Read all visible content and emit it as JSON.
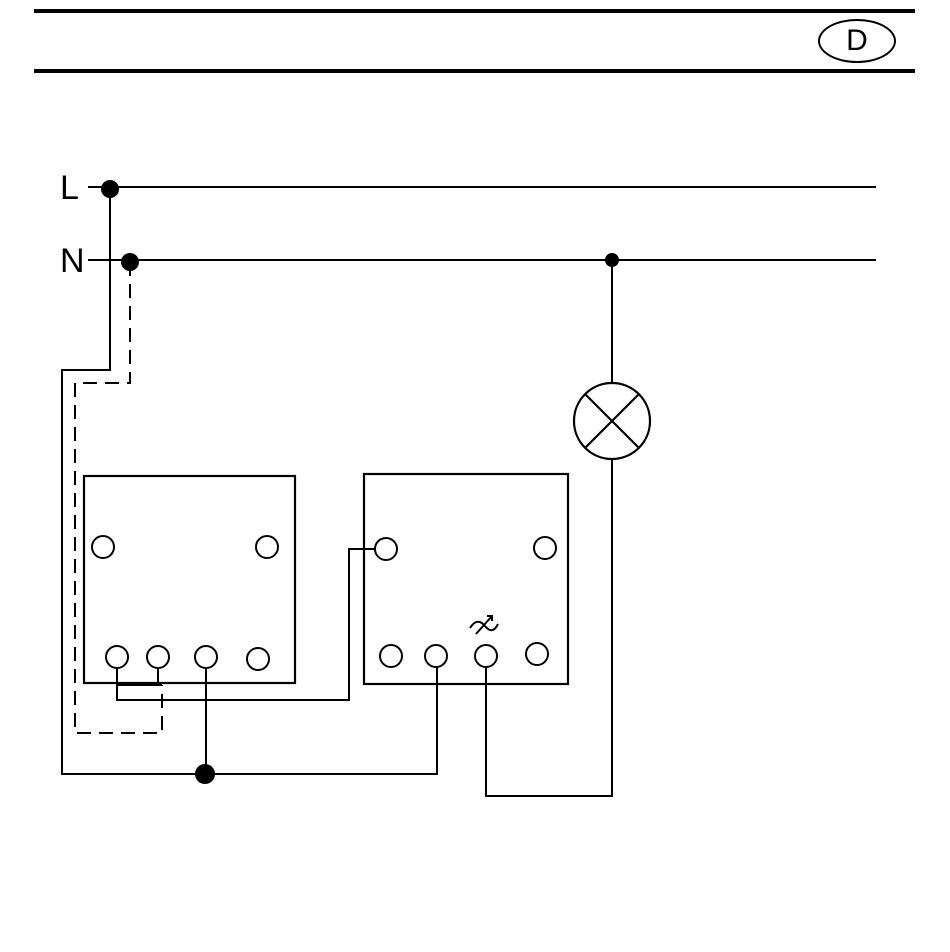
{
  "header": {
    "language_badge": "D"
  },
  "diagram": {
    "line_label": "L",
    "neutral_label": "N",
    "lamp_symbol": "lamp-icon",
    "dimmer_symbol": "dimmer-adjust-icon"
  }
}
